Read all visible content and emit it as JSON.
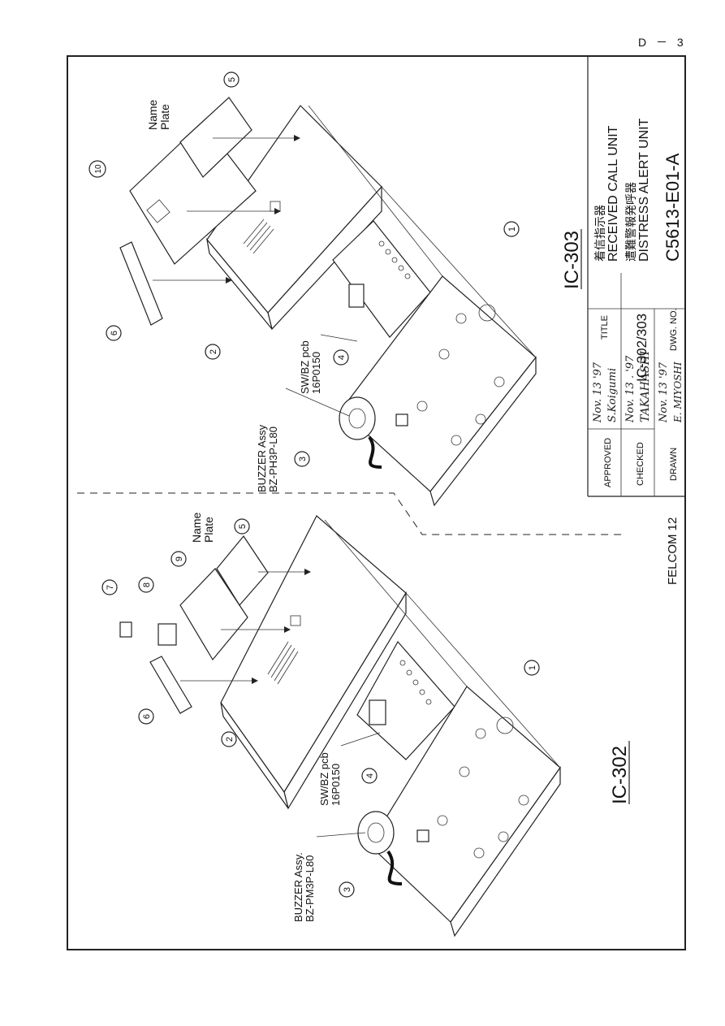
{
  "page_number": "D － 3",
  "title_block": {
    "approved_label": "APPROVED",
    "checked_label": "CHECKED",
    "drawn_label": "DRAWN",
    "approved_date": "Nov. 13 '97",
    "approved_name": "S.Koigumi",
    "checked_date": "Nov. 13 . '97",
    "checked_name": "TAKAHASHI",
    "drawn_date": "Nov. 13 '97",
    "drawn_name": "E. MIYOSHI",
    "title_label": "TITLE",
    "title_model": "IC-302/303",
    "title_jp_1": "着信指示器",
    "title_en_1": "RECEIVED CALL UNIT",
    "title_jp_2": "遭難警報発呼器",
    "title_en_2": "DISTRESS ALERT UNIT",
    "dwg_label": "DWG. NO.",
    "dwg_no": "C5613-E01-A",
    "product": "FELCOM 12"
  },
  "ic303": {
    "title": "IC-303",
    "name_plate_1": "Name",
    "name_plate_2": "Plate",
    "buzzer_1": "BUZZER Assy",
    "buzzer_2": "BZ-PH3P-L80",
    "pcb_1": "SW/BZ pcb",
    "pcb_2": "16P0150",
    "callouts": [
      "5",
      "10",
      "6",
      "2",
      "4",
      "3",
      "1"
    ]
  },
  "ic302": {
    "title": "IC-302",
    "name_plate_1": "Name",
    "name_plate_2": "Plate",
    "buzzer_1": "BUZZER Assy.",
    "buzzer_2": "BZ-PM3P-L80",
    "pcb_1": "SW/BZ pcb",
    "pcb_2": "16P0150",
    "callouts": [
      "7",
      "8",
      "9",
      "5",
      "6",
      "2",
      "4",
      "3",
      "1"
    ]
  }
}
